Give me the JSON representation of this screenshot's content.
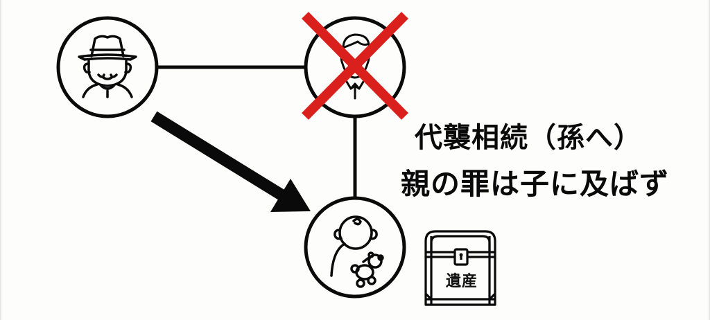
{
  "diagram": {
    "title_line_1": "代襲相続（孫へ）",
    "title_line_2": "親の罪は子に及ばず",
    "nodes": [
      {
        "id": "grandparent",
        "icon": "elderly-man-hat-icon",
        "crossed_out": false
      },
      {
        "id": "parent",
        "icon": "man-icon",
        "crossed_out": true
      },
      {
        "id": "grandchild",
        "icon": "baby-with-teddy-bear-icon",
        "crossed_out": false
      }
    ],
    "connections": [
      {
        "from": "grandparent",
        "to": "parent",
        "type": "line"
      },
      {
        "from": "parent",
        "to": "grandchild",
        "type": "line"
      },
      {
        "from": "grandparent",
        "to": "grandchild",
        "type": "arrow"
      }
    ],
    "inheritance": {
      "icon": "treasure-chest-icon",
      "label": "遺産"
    },
    "colors": {
      "background": "#fdfdfb",
      "stroke": "#0a0a0a",
      "cross": "#d9201c"
    }
  }
}
